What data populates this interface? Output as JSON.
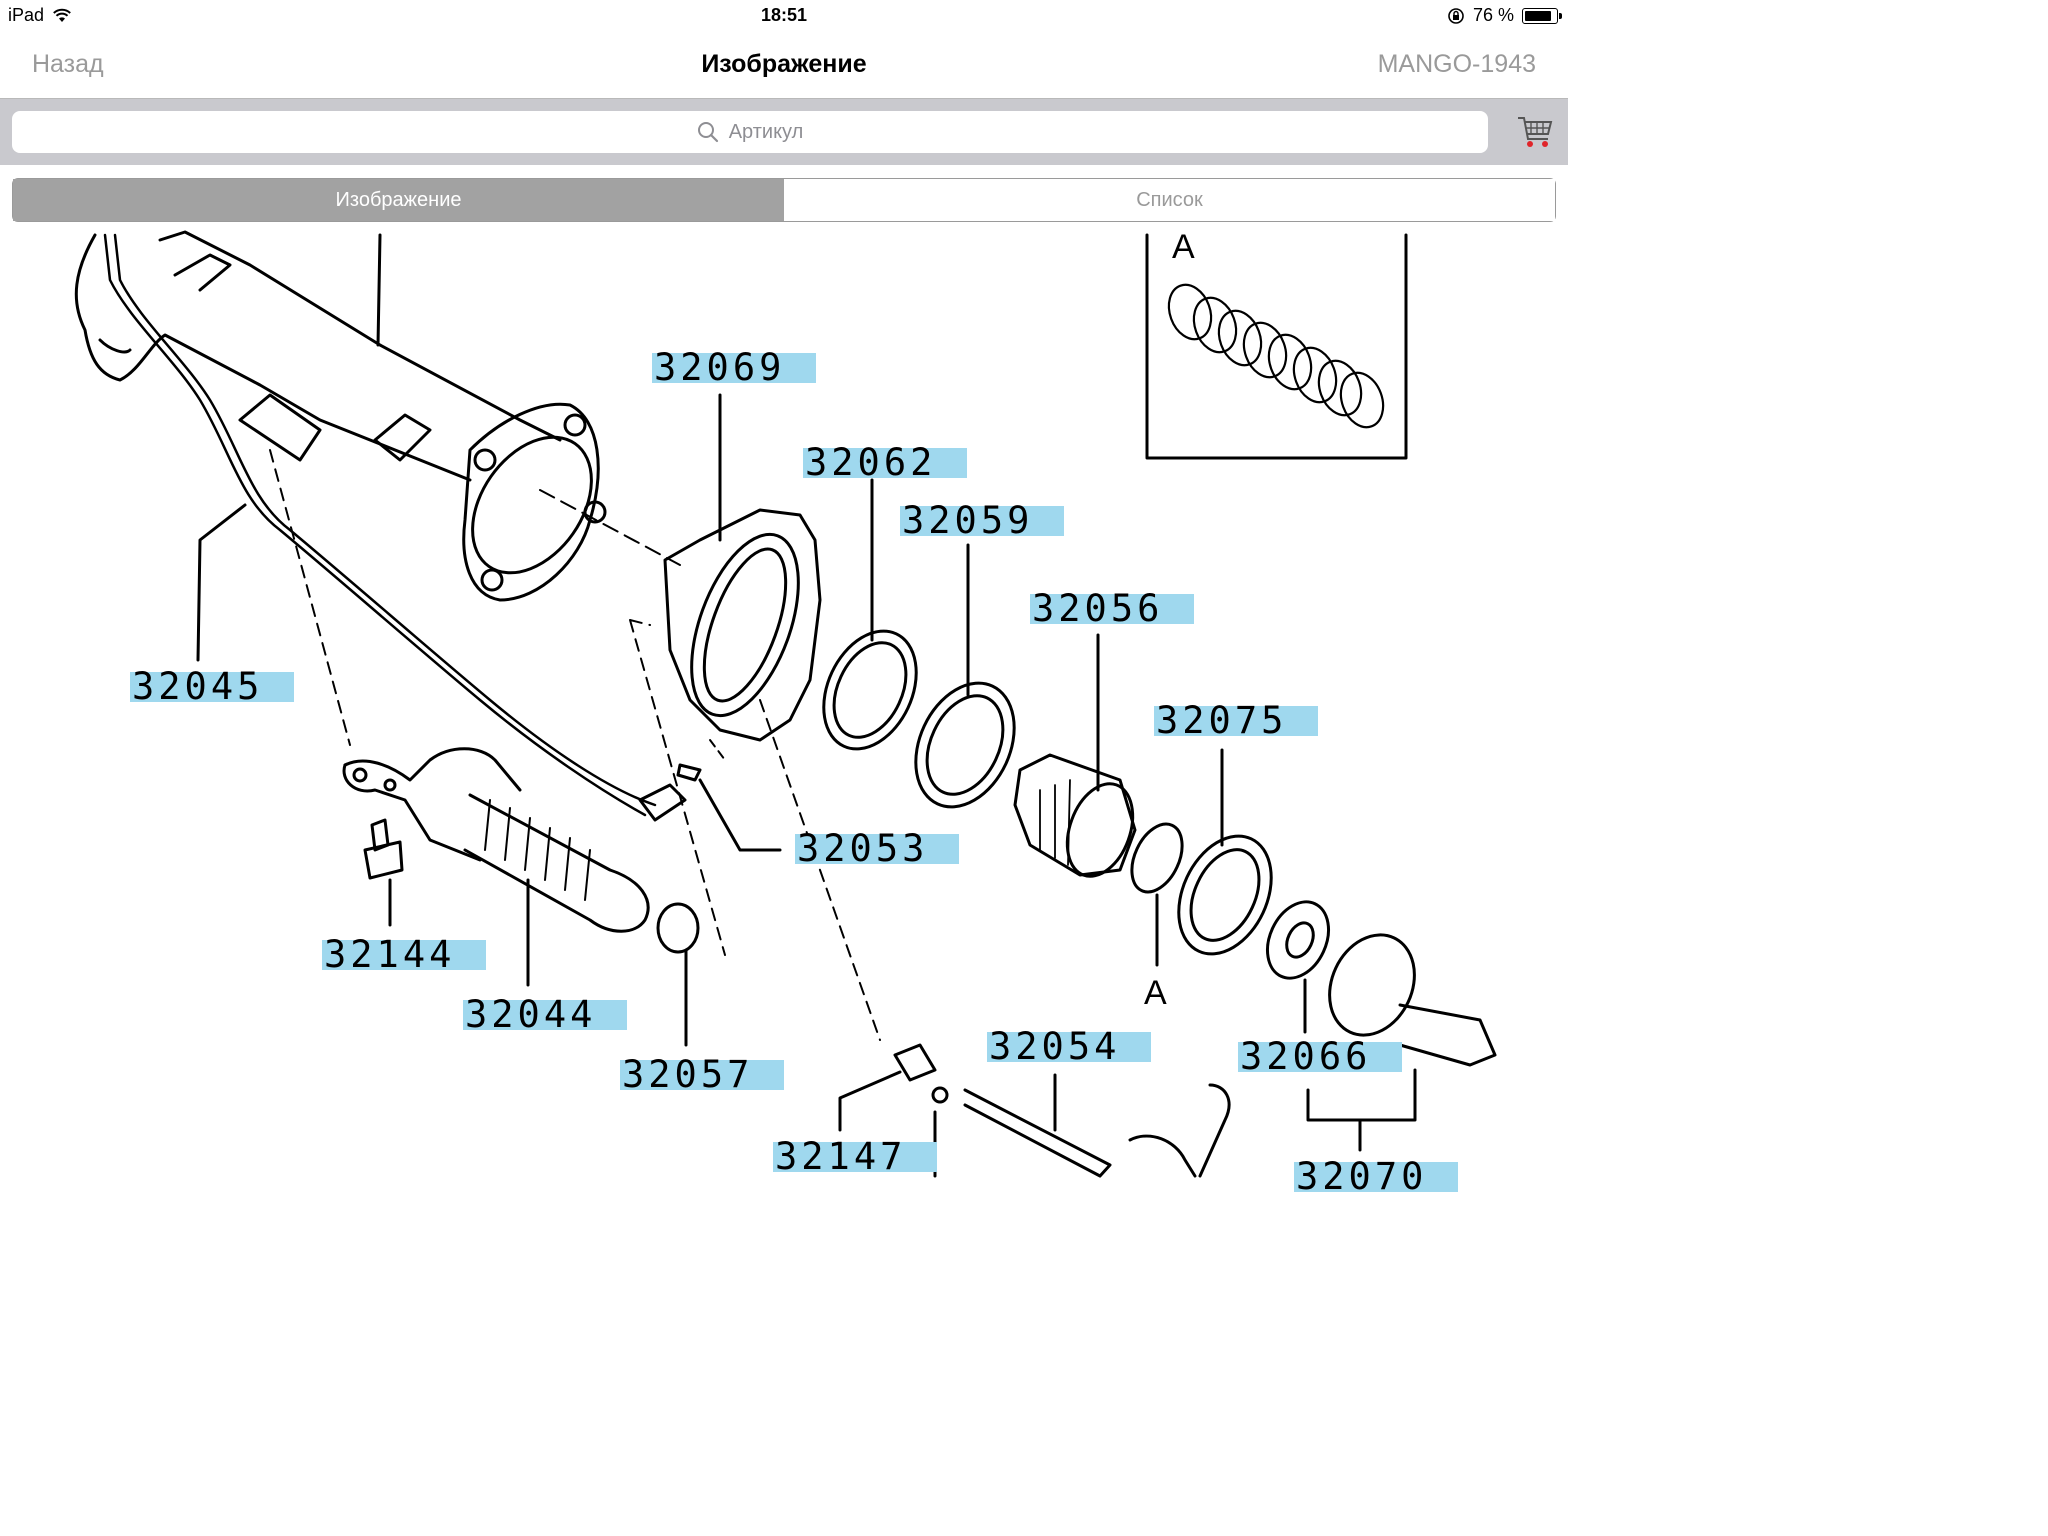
{
  "status_bar": {
    "device": "iPad",
    "time": "18:51",
    "battery": "76 %"
  },
  "nav": {
    "back": "Назад",
    "title": "Изображение",
    "right": "MANGO-1943"
  },
  "search": {
    "placeholder": "Артикул"
  },
  "segments": {
    "image": "Изображение",
    "list": "Список"
  },
  "diagram": {
    "labels": {
      "p32069": "32069",
      "p32062": "32062",
      "p32059": "32059",
      "p32056": "32056",
      "p32045": "32045",
      "p32075": "32075",
      "p32053": "32053",
      "p32144": "32144",
      "p32044": "32044",
      "p32057": "32057",
      "p32054": "32054",
      "p32066": "32066",
      "p32147": "32147",
      "p32070": "32070"
    },
    "marker_top": "A",
    "marker_bottom": "A"
  },
  "colors": {
    "label_highlight": "#9fd8ee",
    "segment_active": "#a2a2a2"
  }
}
